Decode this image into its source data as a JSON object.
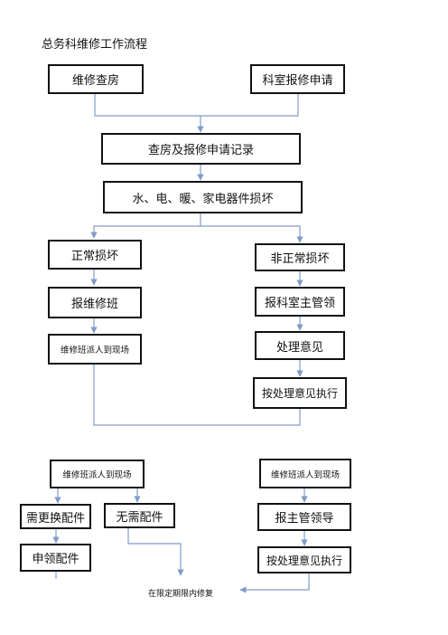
{
  "title": "总务科维修工作流程",
  "nodes": {
    "repair_inspect": "维修查房",
    "dept_request": "科室报修申请",
    "record": "查房及报修申请记录",
    "damage": "水、电、暖、家电器件损坏",
    "normal": "正常损坏",
    "abnormal": "非正常损坏",
    "report_team": "报维修班",
    "report_dept_head": "报科室主管领",
    "dispatch_a": "维修班派人到现场",
    "opinion": "处理意见",
    "execute_a": "按处理意见执行",
    "dispatch_b": "维修班派人到现场",
    "dispatch_c": "维修班派人到现场",
    "need_parts": "需更换配件",
    "no_parts": "无需配件",
    "report_leader": "报主管领导",
    "claim_parts": "申领配件",
    "execute_b": "按处理意见执行",
    "repair_in_time": "在限定期限内修复"
  },
  "colors": {
    "line": "#7f9cc7",
    "border": "#111111"
  }
}
